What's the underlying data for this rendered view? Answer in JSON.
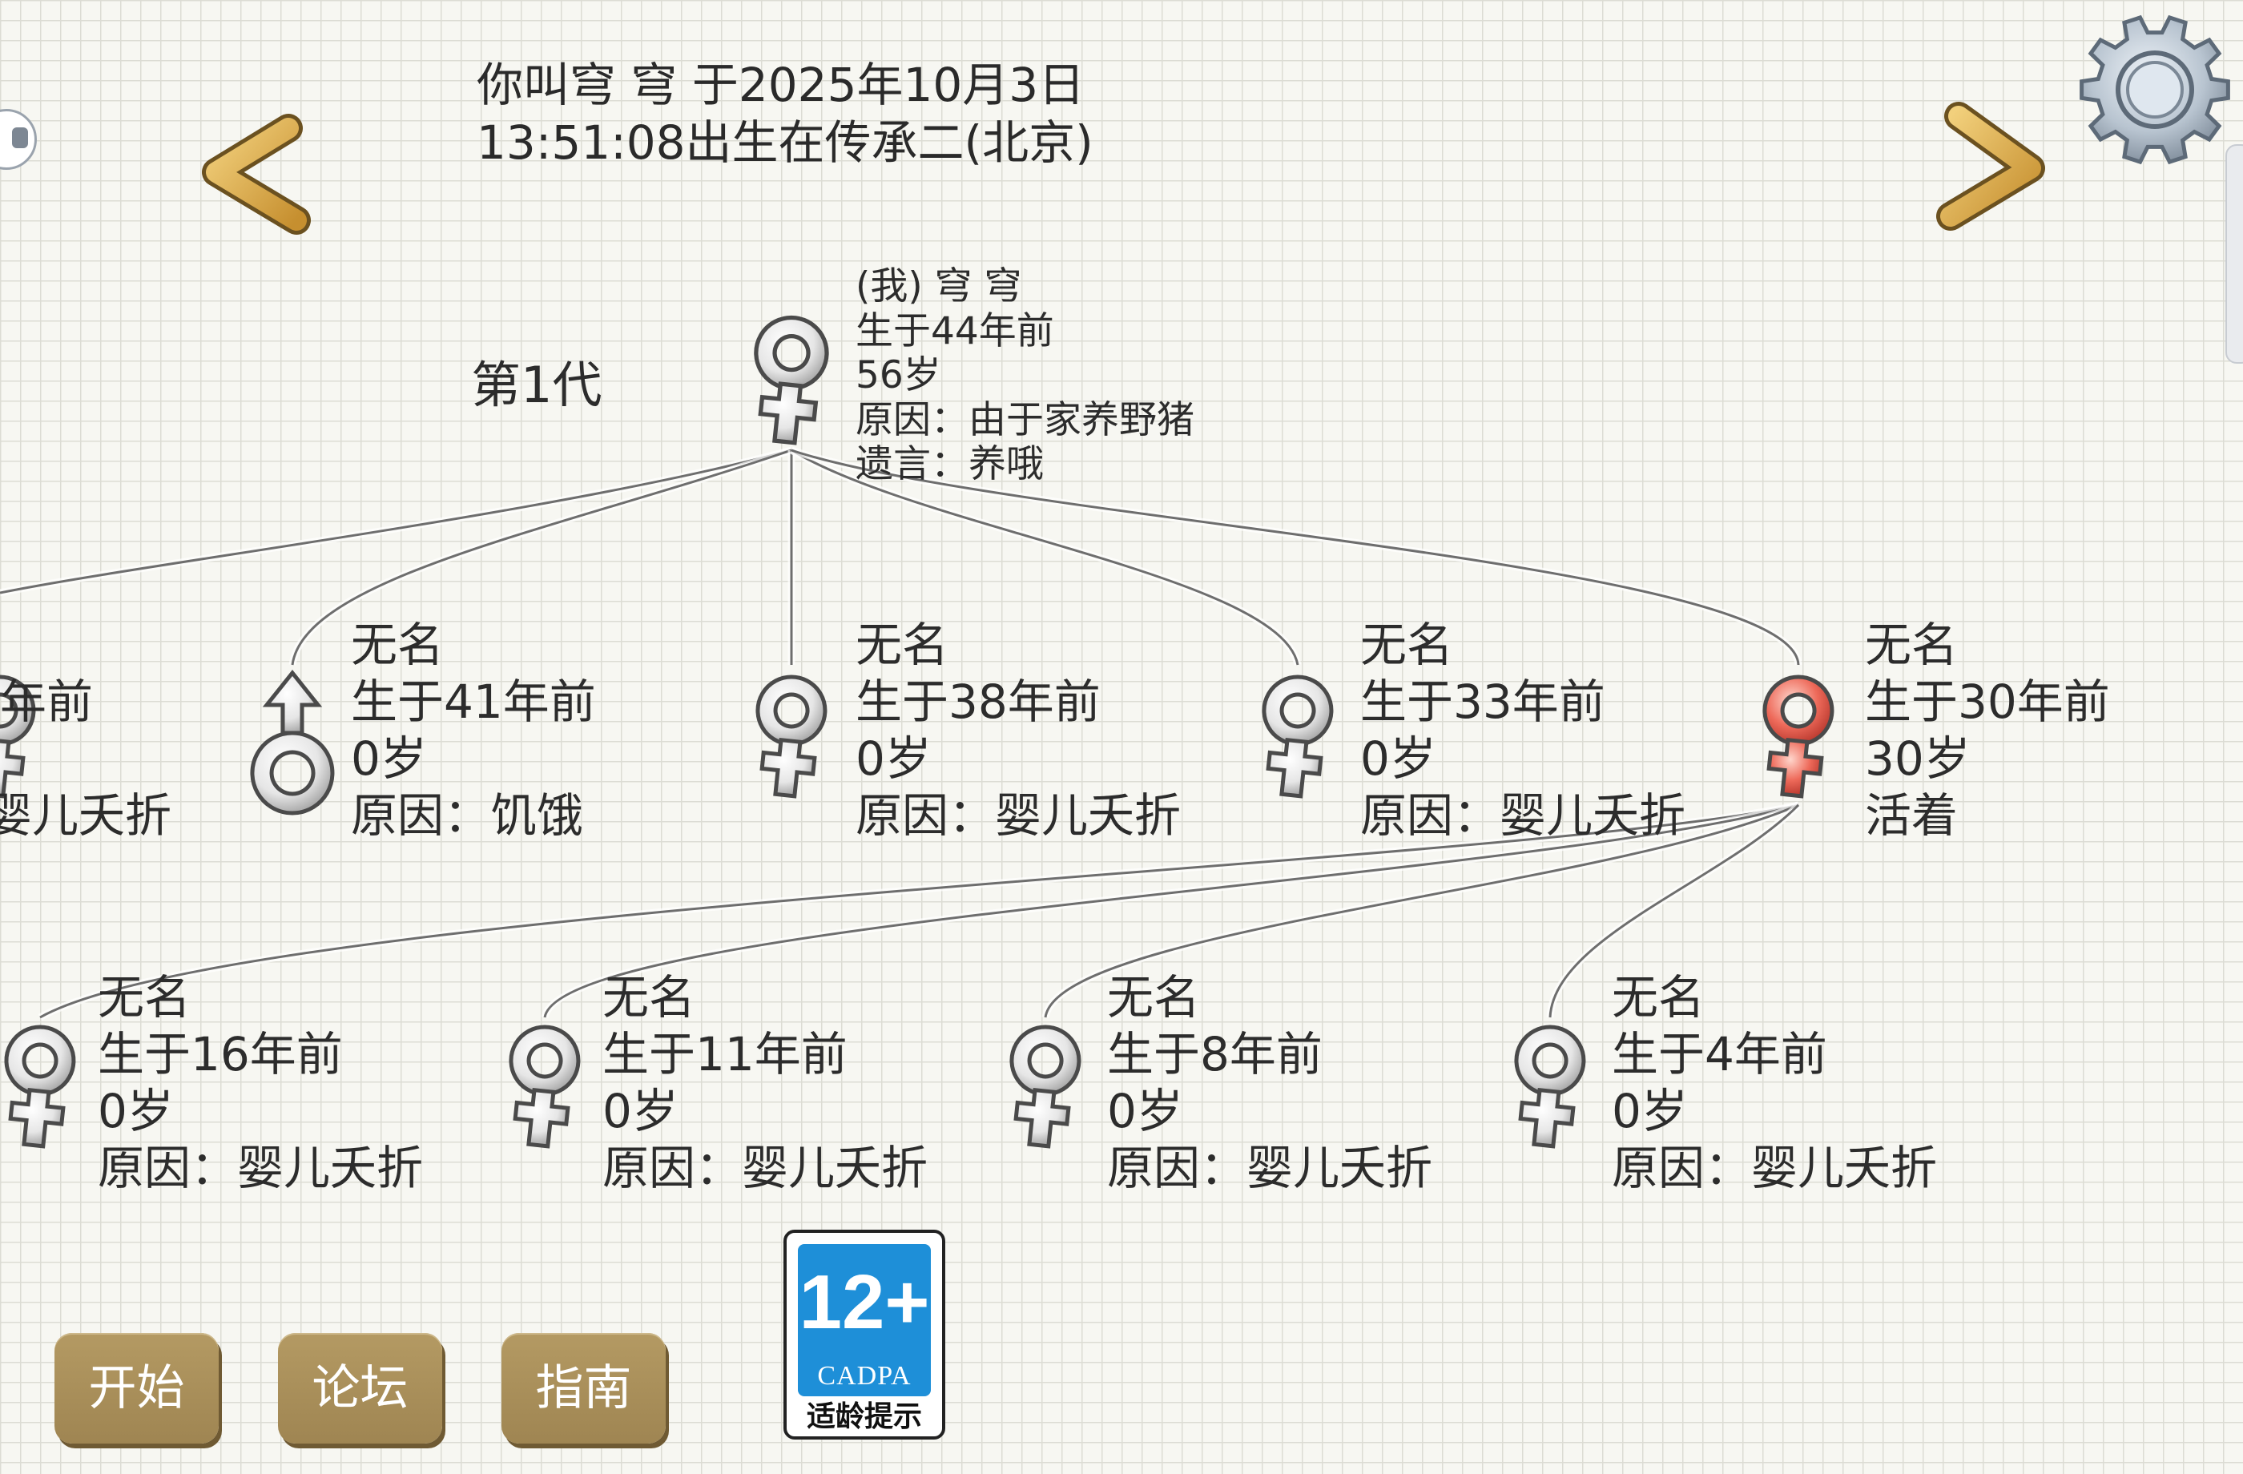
{
  "header": {
    "line1": "你叫穹 穹 于2025年10月3日",
    "line2": "13:51:08出生在传承二(北京)"
  },
  "generation_label": "第1代",
  "root": {
    "sex": "female",
    "name": "(我) 穹 穹",
    "born": "生于44年前",
    "age": "56岁",
    "cause": "原因：由于家养野猪",
    "will": "遗言：养哦"
  },
  "children": [
    {
      "sex": "female",
      "name": "",
      "born": "年前",
      "age": "",
      "cause": "婴儿夭折",
      "alive": false
    },
    {
      "sex": "male",
      "name": "无名",
      "born": "生于41年前",
      "age": "0岁",
      "cause": "原因：饥饿",
      "alive": false
    },
    {
      "sex": "female",
      "name": "无名",
      "born": "生于38年前",
      "age": "0岁",
      "cause": "原因：婴儿夭折",
      "alive": false
    },
    {
      "sex": "female",
      "name": "无名",
      "born": "生于33年前",
      "age": "0岁",
      "cause": "原因：婴儿夭折",
      "alive": false
    },
    {
      "sex": "female",
      "name": "无名",
      "born": "生于30年前",
      "age": "30岁",
      "cause": "活着",
      "alive": true
    }
  ],
  "grandchildren": [
    {
      "sex": "female",
      "name": "无名",
      "born": "生于16年前",
      "age": "0岁",
      "cause": "原因：婴儿夭折"
    },
    {
      "sex": "female",
      "name": "无名",
      "born": "生于11年前",
      "age": "0岁",
      "cause": "原因：婴儿夭折"
    },
    {
      "sex": "female",
      "name": "无名",
      "born": "生于8年前",
      "age": "0岁",
      "cause": "原因：婴儿夭折"
    },
    {
      "sex": "female",
      "name": "无名",
      "born": "生于4年前",
      "age": "0岁",
      "cause": "原因：婴儿夭折"
    }
  ],
  "buttons": {
    "start": "开始",
    "forum": "论坛",
    "guide": "指南"
  },
  "age_rating": {
    "number": "12+",
    "org": "CADPA",
    "tip": "适龄提示"
  },
  "icons": {
    "prev": "chevron-left-icon",
    "next": "chevron-right-icon",
    "settings": "gear-icon",
    "female": "female-symbol-icon",
    "male": "male-symbol-icon"
  },
  "colors": {
    "alive_symbol": "#e2574c",
    "dead_symbol": "#d9d9d9",
    "button": "#a88c59",
    "badge_blue": "#1e8fd8",
    "arrow_gold": "#d9ac4c"
  }
}
